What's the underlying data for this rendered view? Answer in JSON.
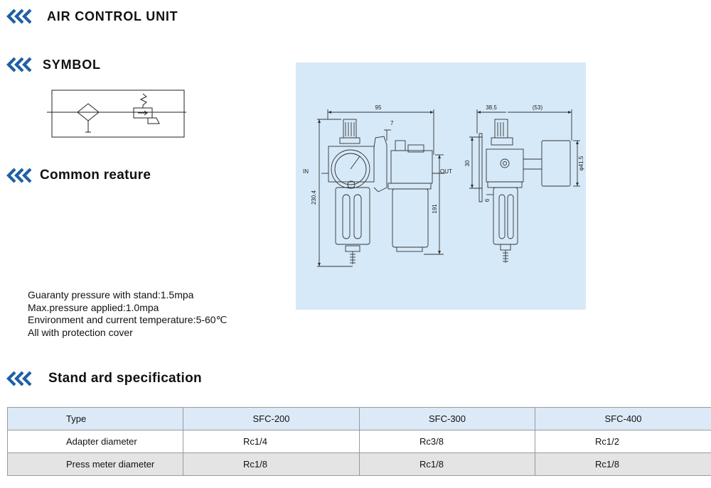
{
  "headings": {
    "air_control_unit": "AIR CONTROL UNIT",
    "symbol": "SYMBOL",
    "common_feature": "Common reature",
    "standard_spec": "Stand ard specification"
  },
  "features": [
    "Guaranty pressure with stand:1.5mpa",
    "Max.pressure applied:1.0mpa",
    "Environment and current temperature:5-60℃",
    "All with protection cover"
  ],
  "drawing": {
    "dim_width": "95",
    "dim_7": "7",
    "dim_height": "230.4",
    "dim_191": "191",
    "label_in": "IN",
    "label_out": "OUT",
    "dim_38_5": "38.5",
    "dim_53": "(53)",
    "dim_30": "30",
    "dim_phi": "φ41.5",
    "dim_6": "6"
  },
  "table": {
    "header": {
      "label": "Type",
      "values": [
        "SFC-200",
        "SFC-300",
        "SFC-400"
      ]
    },
    "rows": [
      {
        "label": "Adapter diameter",
        "values": [
          "Rc1/4",
          "Rc3/8",
          "Rc1/2"
        ]
      },
      {
        "label": "Press meter diameter",
        "values": [
          "Rc1/8",
          "Rc1/8",
          "Rc1/8"
        ]
      }
    ]
  },
  "colors": {
    "chevron": "#1f5fa6",
    "panel_bg": "#d6e9f8",
    "header_row": "#dce9f7",
    "grey_row": "#e4e4e4"
  }
}
